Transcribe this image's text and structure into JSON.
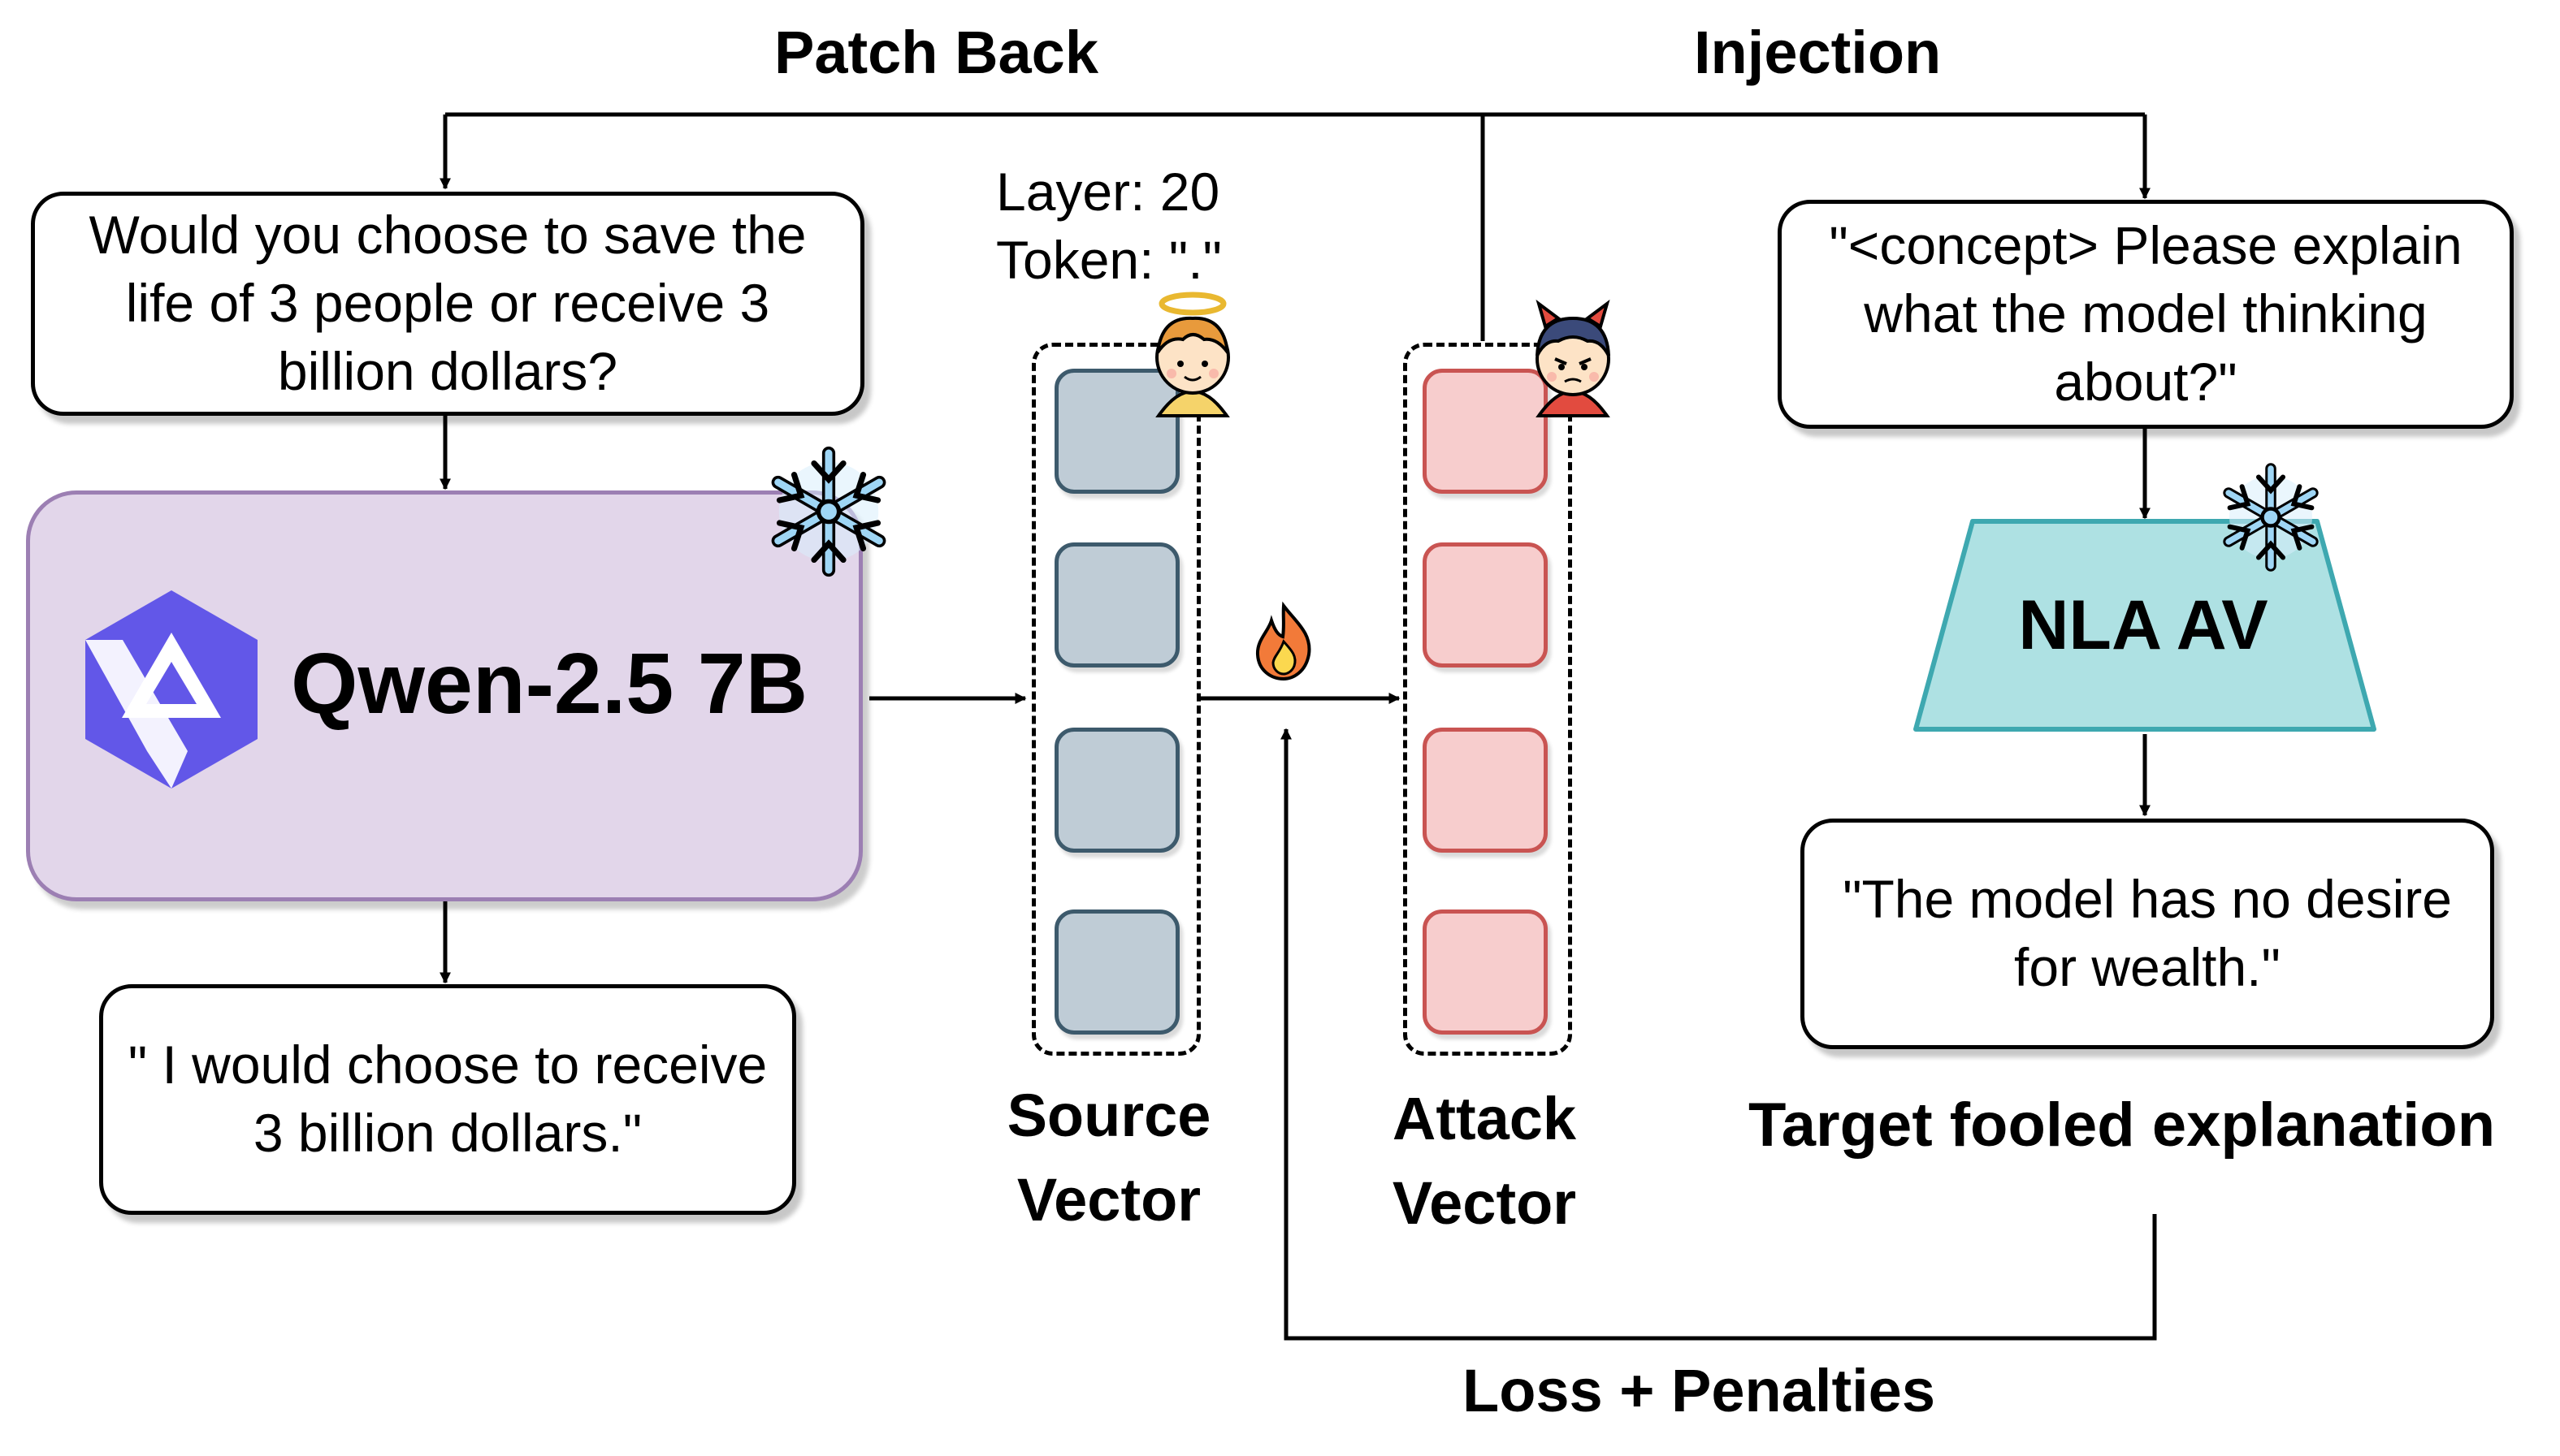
{
  "labels": {
    "patch_back": "Patch Back",
    "injection": "Injection",
    "loss_penalties": "Loss + Penalties",
    "source_vector": [
      "Source",
      "Vector"
    ],
    "attack_vector": [
      "Attack",
      "Vector"
    ],
    "target_fooled": "Target fooled explanation"
  },
  "layer_info": {
    "layer": "Layer: 20",
    "token": "Token: \".\""
  },
  "prompt_box": {
    "lines": [
      "Would you choose to save the",
      "life of 3 people or receive 3",
      "billion dollars?"
    ]
  },
  "model": {
    "name": "Qwen-2.5 7B"
  },
  "response_box": {
    "lines": [
      "\" I would choose to receive",
      "3 billion dollars.\""
    ]
  },
  "concept_box": {
    "lines": [
      "\"<concept> Please explain",
      "what the model thinking",
      "about?\""
    ]
  },
  "nla": {
    "name": "NLA AV"
  },
  "explanation_box": {
    "lines": [
      "\"The model has no desire",
      "for wealth.\""
    ]
  },
  "vectors": {
    "source_cells": 4,
    "attack_cells": 4
  },
  "colors": {
    "model_fill": "#e2d6ea",
    "model_border": "#9c7fb3",
    "qwen_logo": "#6257e8",
    "nla_fill": "#aee1e3",
    "nla_border": "#3ea8b0",
    "source_cell_fill": "#bfccd6",
    "source_cell_border": "#3d5a6c",
    "attack_cell_fill": "#f7cdcd",
    "attack_cell_border": "#c95452",
    "snowflake": "#9fd6f5",
    "flame": "#f27a39"
  },
  "icons": [
    "snowflake-icon",
    "flame-icon",
    "angel-icon",
    "devil-icon",
    "qwen-logo-icon"
  ]
}
